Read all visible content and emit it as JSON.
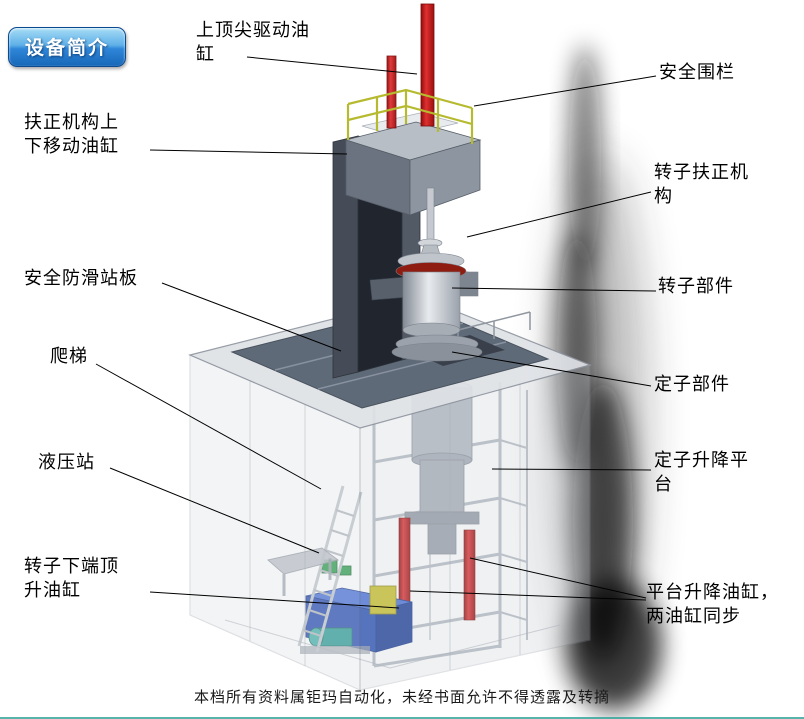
{
  "badge": {
    "label": "设备简介"
  },
  "callouts": {
    "top_tip_drive_cylinder": {
      "text": "上顶尖驱动油\n缸"
    },
    "safety_fence": {
      "text": "安全围栏"
    },
    "centering_updown_cylinder": {
      "text": "扶正机构上\n下移动油缸"
    },
    "rotor_centering_mechanism": {
      "text": "转子扶正机\n构"
    },
    "antislip_platform": {
      "text": "安全防滑站板"
    },
    "rotor_component": {
      "text": "转子部件"
    },
    "ladder": {
      "text": "爬梯"
    },
    "stator_component": {
      "text": "定子部件"
    },
    "hydraulic_station": {
      "text": "液压站"
    },
    "stator_lift_platform": {
      "text": "定子升降平\n台"
    },
    "rotor_bottom_jack_cylinder": {
      "text": "转子下端顶\n升油缸"
    },
    "platform_lift_cylinders": {
      "text": "平台升降油缸，\n两油缸同步"
    }
  },
  "footer": {
    "text": "本档所有资料属钜玛自动化，未经书面允许不得透露及转摘"
  },
  "colors": {
    "accent_red": "#c41414",
    "railing_yellow": "#b6ba2e",
    "hydraulic_blue": "#2a50b4",
    "badge_blue": "#2f86d8",
    "teal_line": "#2fa098"
  }
}
